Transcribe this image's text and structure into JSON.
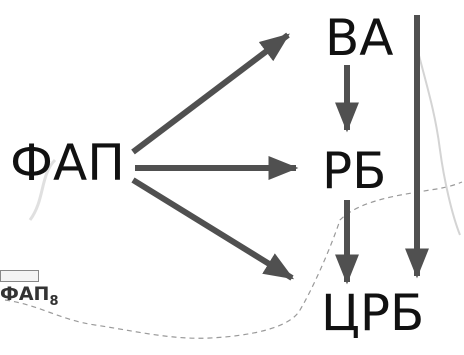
{
  "nodes": {
    "fap": "ФАП",
    "va": "ВА",
    "rb": "РБ",
    "crb": "ЦРБ"
  },
  "edges": [
    {
      "from": "ФАП",
      "to": "ВА"
    },
    {
      "from": "ФАП",
      "to": "РБ"
    },
    {
      "from": "ФАП",
      "to": "ЦРБ"
    },
    {
      "from": "ВА",
      "to": "РБ"
    },
    {
      "from": "РБ",
      "to": "ЦРБ"
    },
    {
      "from": "ВА",
      "to": "ЦРБ"
    }
  ],
  "background_map": {
    "label": "ФАП",
    "label_subscript": "8"
  },
  "colors": {
    "arrow": "#505050",
    "text": "#111111",
    "map_line": "#9a9a9a",
    "background": "#ffffff"
  }
}
